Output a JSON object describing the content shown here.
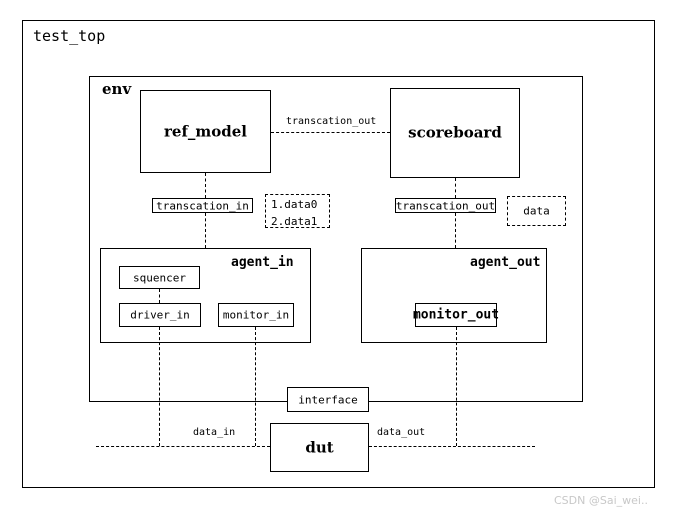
{
  "diagram": {
    "title": "test_top",
    "container": "env",
    "blocks": {
      "ref_model": "ref_model",
      "scoreboard": "scoreboard",
      "agent_in": "agent_in",
      "agent_out": "agent_out",
      "squencer": "squencer",
      "driver_in": "driver_in",
      "monitor_in": "monitor_in",
      "monitor_out": "monitor_out",
      "interface": "interface",
      "dut": "dut"
    },
    "ports": {
      "transcation_in": "transcation_in",
      "transcation_out_port": "transcation_out"
    },
    "edge_labels": {
      "transcation_out": "transcation_out",
      "data_in": "data_in",
      "data_out": "data_out"
    },
    "notes": {
      "data_items_1": "1.data0",
      "data_items_2": "2.data1",
      "data": "data"
    },
    "watermark": "CSDN @Sai_wei.."
  }
}
